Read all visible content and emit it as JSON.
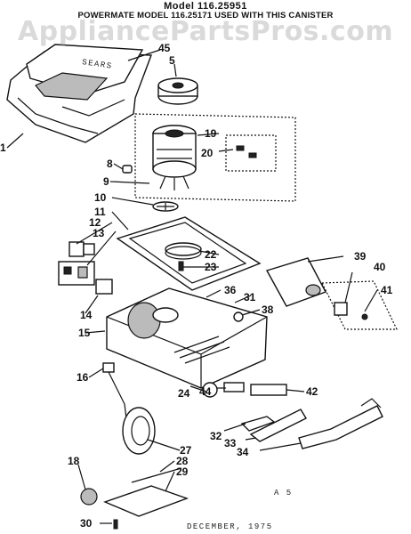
{
  "header": {
    "title": "Model 116.25951",
    "subtitle": "POWERMATE MODEL 116.25171 USED WITH THIS CANISTER"
  },
  "watermark": "AppliancePartsPros.com",
  "footer": {
    "date": "DECEMBER, 1975",
    "code": "A 5"
  },
  "parts": [
    {
      "id": "45",
      "label": "45"
    },
    {
      "id": "5",
      "label": "5"
    },
    {
      "id": "1",
      "label": "1"
    },
    {
      "id": "19",
      "label": "19"
    },
    {
      "id": "8",
      "label": "8"
    },
    {
      "id": "20",
      "label": "20"
    },
    {
      "id": "9",
      "label": "9"
    },
    {
      "id": "10",
      "label": "10"
    },
    {
      "id": "11",
      "label": "11"
    },
    {
      "id": "12",
      "label": "12"
    },
    {
      "id": "13",
      "label": "13"
    },
    {
      "id": "22",
      "label": "22"
    },
    {
      "id": "23",
      "label": "23"
    },
    {
      "id": "39",
      "label": "39"
    },
    {
      "id": "40",
      "label": "40"
    },
    {
      "id": "41",
      "label": "41"
    },
    {
      "id": "36",
      "label": "36"
    },
    {
      "id": "31",
      "label": "31"
    },
    {
      "id": "38",
      "label": "38"
    },
    {
      "id": "14",
      "label": "14"
    },
    {
      "id": "15",
      "label": "15"
    },
    {
      "id": "16",
      "label": "16"
    },
    {
      "id": "42",
      "label": "42"
    },
    {
      "id": "24",
      "label": "24"
    },
    {
      "id": "44",
      "label": "44"
    },
    {
      "id": "32",
      "label": "32"
    },
    {
      "id": "33",
      "label": "33"
    },
    {
      "id": "34",
      "label": "34"
    },
    {
      "id": "27",
      "label": "27"
    },
    {
      "id": "28",
      "label": "28"
    },
    {
      "id": "18",
      "label": "18"
    },
    {
      "id": "29",
      "label": "29"
    },
    {
      "id": "30",
      "label": "30"
    }
  ]
}
